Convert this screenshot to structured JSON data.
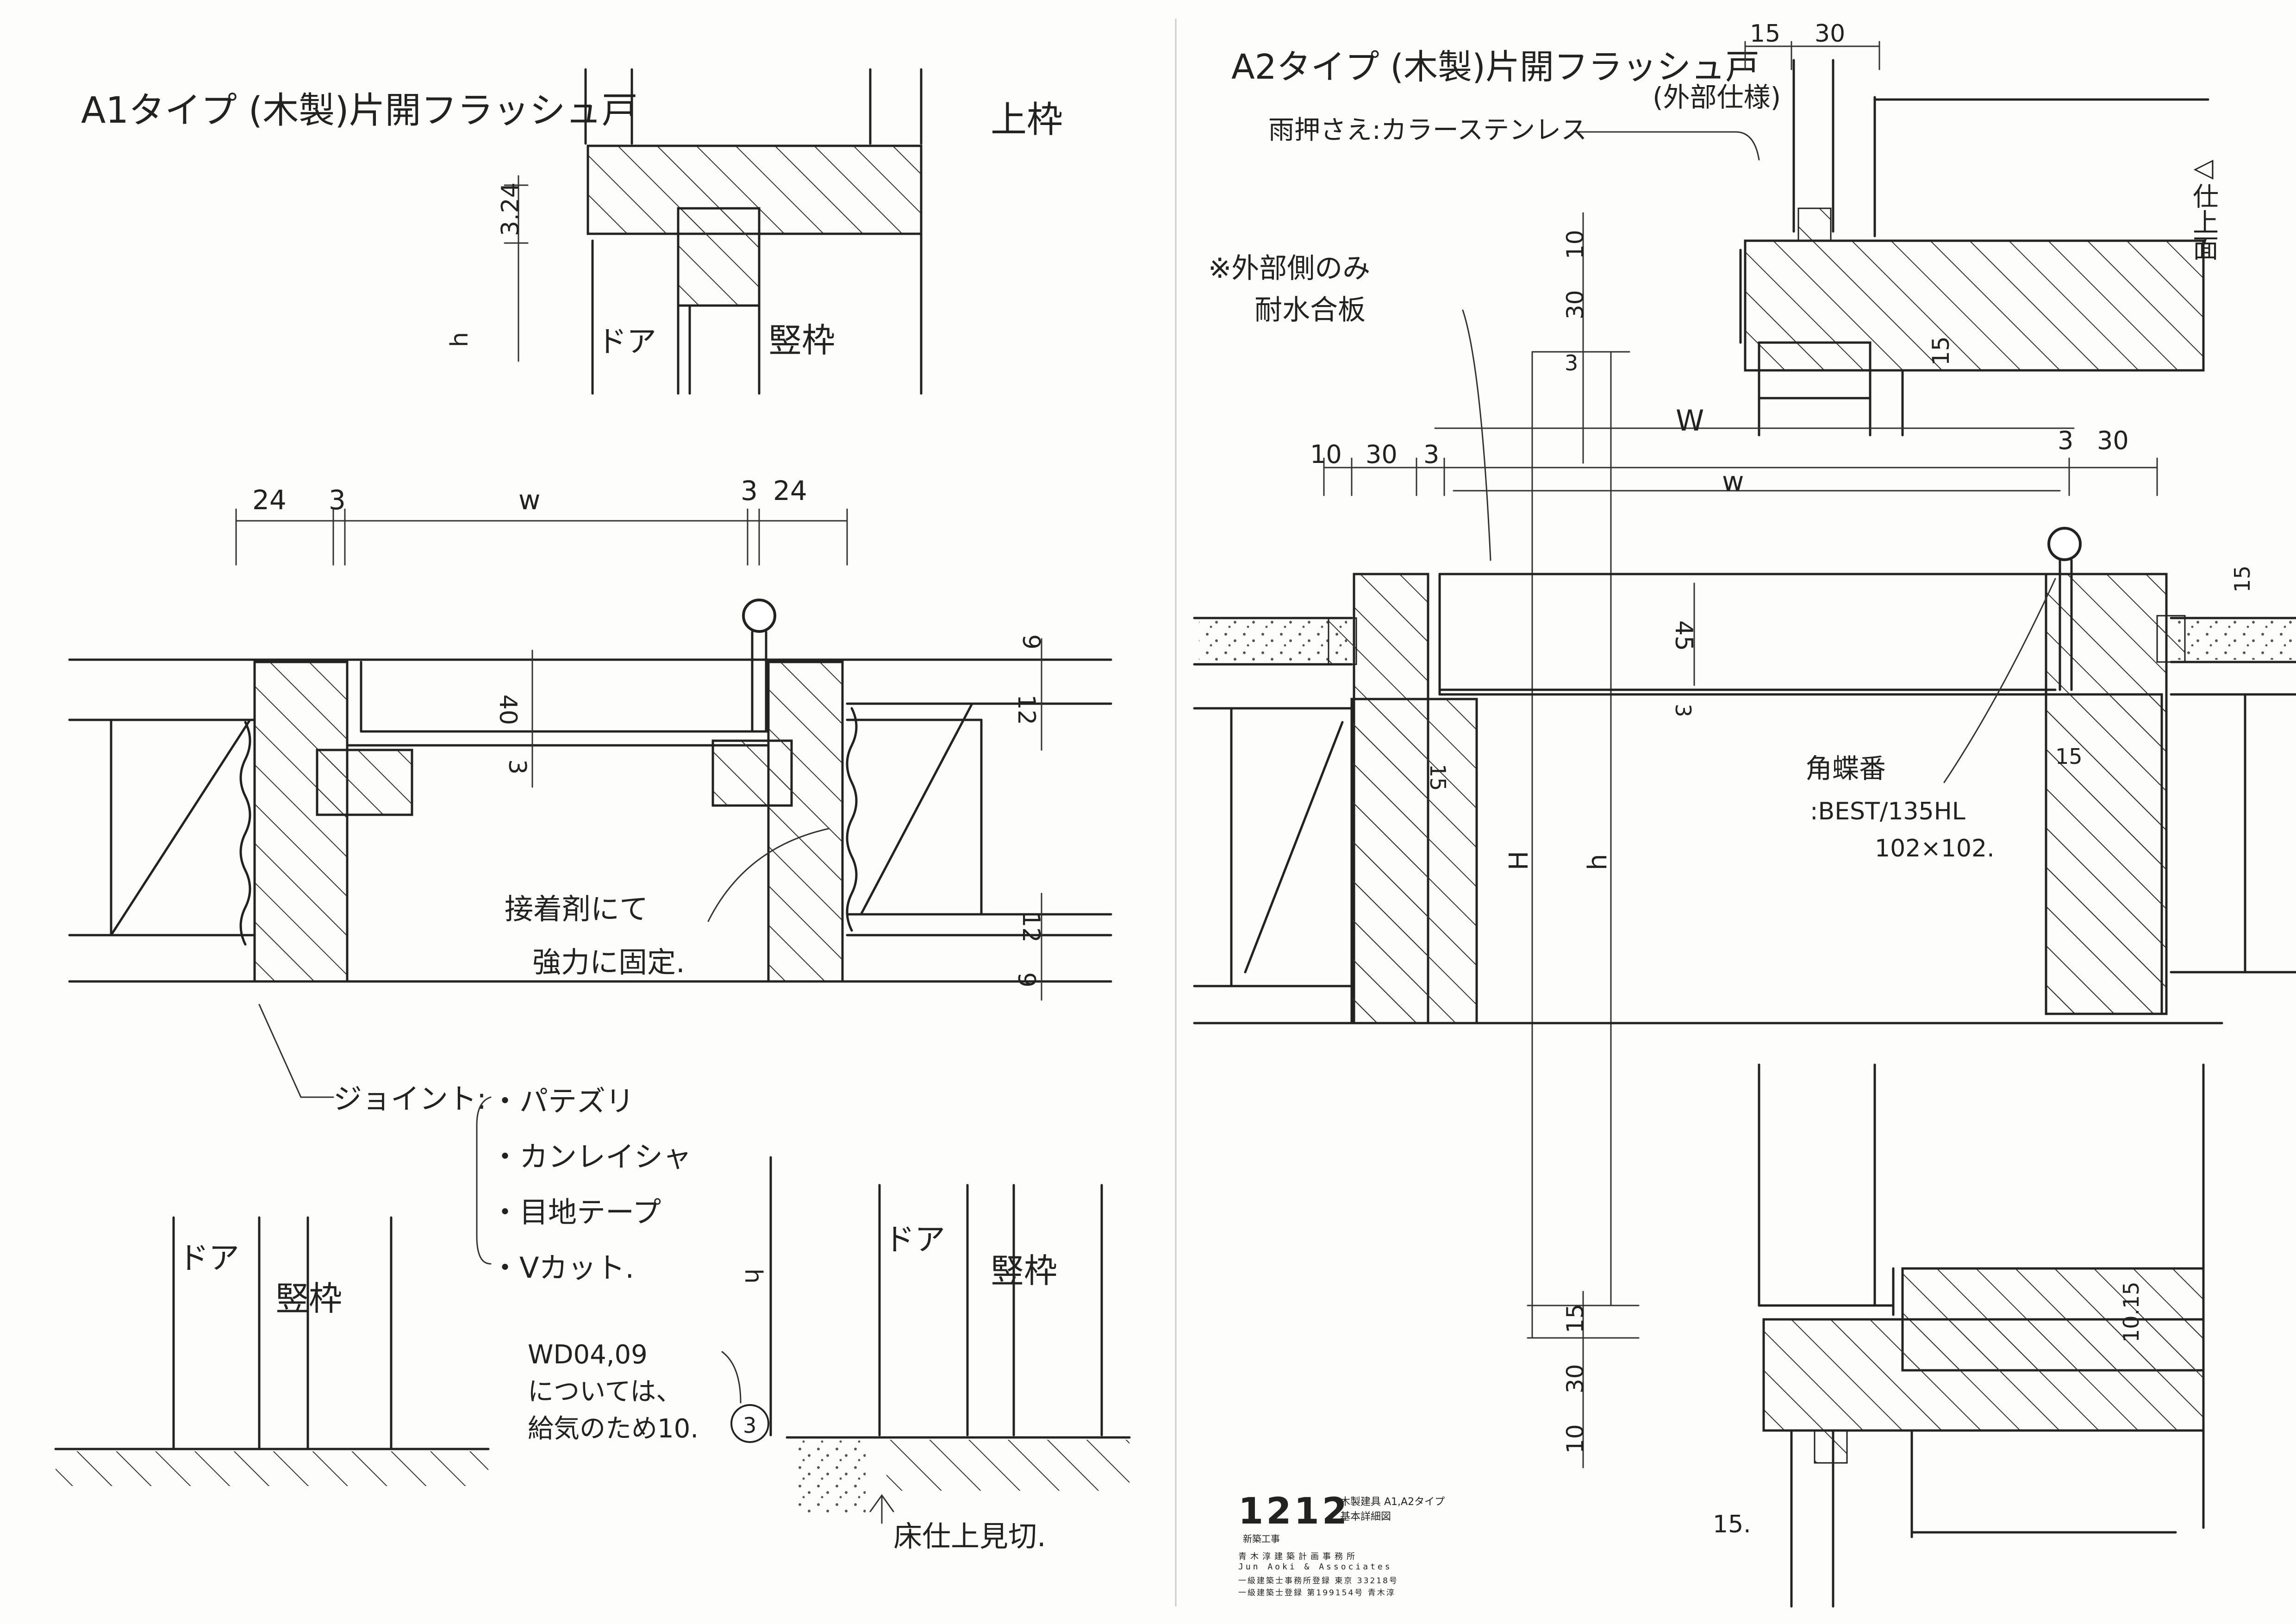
{
  "sheet_left": {
    "title": "A1タイプ (木製)片開フラッシュ戸",
    "section_label": "上枠",
    "head_dims": {
      "d324": "3.24",
      "h": "h"
    },
    "head_labels": {
      "door": "ドア",
      "frame": "竪枠"
    },
    "plan_dims": {
      "d24_left": "24",
      "d3_left": "3",
      "w": "w",
      "d3_right": "3",
      "d24_right": "24",
      "d40": "40",
      "d3_inner": "3",
      "d9_top": "9",
      "d12_top": "12",
      "d12_bot": "12",
      "d9_bot": "9"
    },
    "glue_note": [
      "接着剤にて",
      "強力に固定."
    ],
    "joint_label": "ジョイント:",
    "joint_options": [
      "・パテズリ",
      "・カンレイシャ",
      "・目地テープ",
      "・Vカット."
    ],
    "elev_left": {
      "door": "ドア",
      "frame": "竪枠"
    },
    "elev_right": {
      "door": "ドア",
      "frame": "竪枠",
      "h": "h"
    },
    "wd_note": [
      "WD04,09",
      "については、",
      "給気のため10."
    ],
    "floor_note": "床仕上見切.",
    "bubble": "3"
  },
  "sheet_right": {
    "title": "A2タイプ (木製)片開フラッシュ戸",
    "spec_note": "(外部仕様)",
    "rain_note": "雨押さえ:カラーステンレス",
    "finish_label": "◁仕上面",
    "top_dims": {
      "d15": "15",
      "d30": "30",
      "d15_side": "15"
    },
    "plywood_note": [
      "※外部側のみ",
      "耐水合板"
    ],
    "vert_dims": {
      "d30": "30",
      "d10": "10",
      "d3": "3",
      "H": "H",
      "h": "h",
      "d15_bot": "15",
      "d30_bot": "30",
      "d10_bot": "10"
    },
    "plan_dims": {
      "d10": "10",
      "d30_left": "30",
      "d3_left": "3",
      "W": "W",
      "w": "w",
      "d3_right": "3",
      "d30_right": "30",
      "d45": "45",
      "d3_inner": "3",
      "d15_left": "15",
      "d15_right": "15",
      "d15_wall": "15"
    },
    "hinge_label": "角蝶番",
    "hinge_spec": [
      ":BEST/135HL",
      "102×102."
    ],
    "sill_dims": {
      "d10_15": "10.15",
      "d15": "15."
    }
  },
  "title_block": {
    "number": "1212",
    "project": "新築工事",
    "doc_type": "木製建具 A1,A2タイプ",
    "doc_name": "基本詳細図",
    "office_ja": "青木淳建築計画事務所",
    "office_en": "Jun Aoki & Associates",
    "registration_1": "一級建築士事務所登録 東京 33218号",
    "registration_2": "一級建築士登録 第199154号 青木淳"
  }
}
